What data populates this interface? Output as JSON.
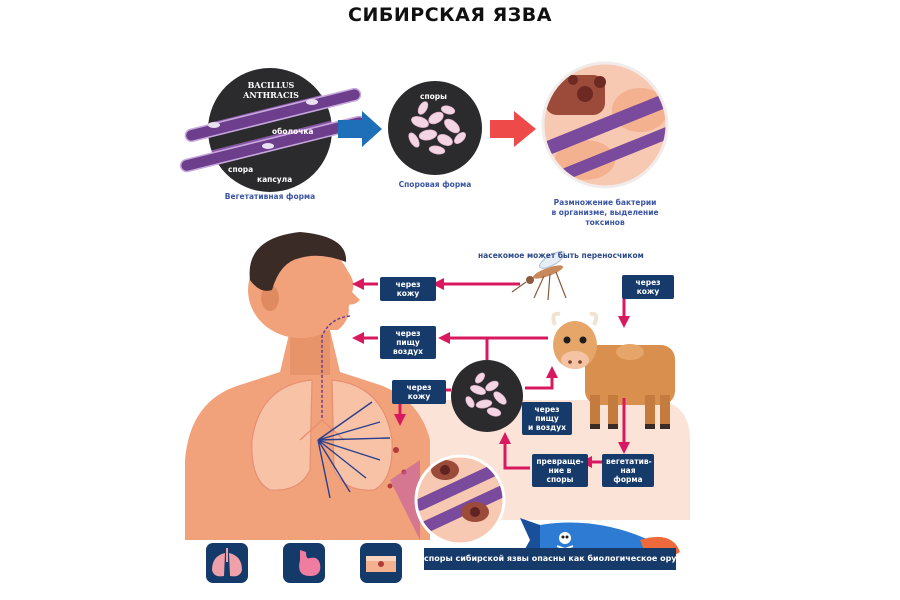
{
  "title": "СИБИРСКАЯ ЯЗВА",
  "top_row": {
    "bacillus": {
      "name_line1": "BACILLUS",
      "name_line2": "ANTHRACIS",
      "label_shell": "оболочка",
      "label_spore": "спора",
      "label_capsule": "капсула",
      "caption": "Вегетативная форма"
    },
    "spores": {
      "inside": "споры",
      "caption": "Споровая форма"
    },
    "reproduction": {
      "caption_line1": "Размножение бактерии",
      "caption_line2": "в организме, выделение",
      "caption_line3": "токсинов"
    }
  },
  "cycle": {
    "insect_note": "насекомое может быть переносчиком",
    "boxes": {
      "skin_left": "через кожу",
      "skin_right": "через кожу",
      "food_air_human_1": "через пищу",
      "food_air_human_2": "воздух",
      "skin_mid": "через кожу",
      "food_air_cow_1": "через пищу",
      "food_air_cow_2": "и воздух",
      "to_spores_1": "превраще-",
      "to_spores_2": "ние в споры",
      "vegetative_1": "вегетатив-",
      "vegetative_2": "ная форма"
    }
  },
  "icons": [
    "lungs-icon",
    "stomach-icon",
    "skin-icon"
  ],
  "banner": "споры сибирской язвы опасны как биологическое оружие",
  "colors": {
    "navy": "#163a6a",
    "arrow_pink": "#d8195f",
    "arrow_blue": "#1f6fb8",
    "arrow_red": "#ef4a4a",
    "skin": "#f2a27a",
    "peach_bg": "#fbe3d8",
    "caption_blue": "#3a55a4"
  }
}
